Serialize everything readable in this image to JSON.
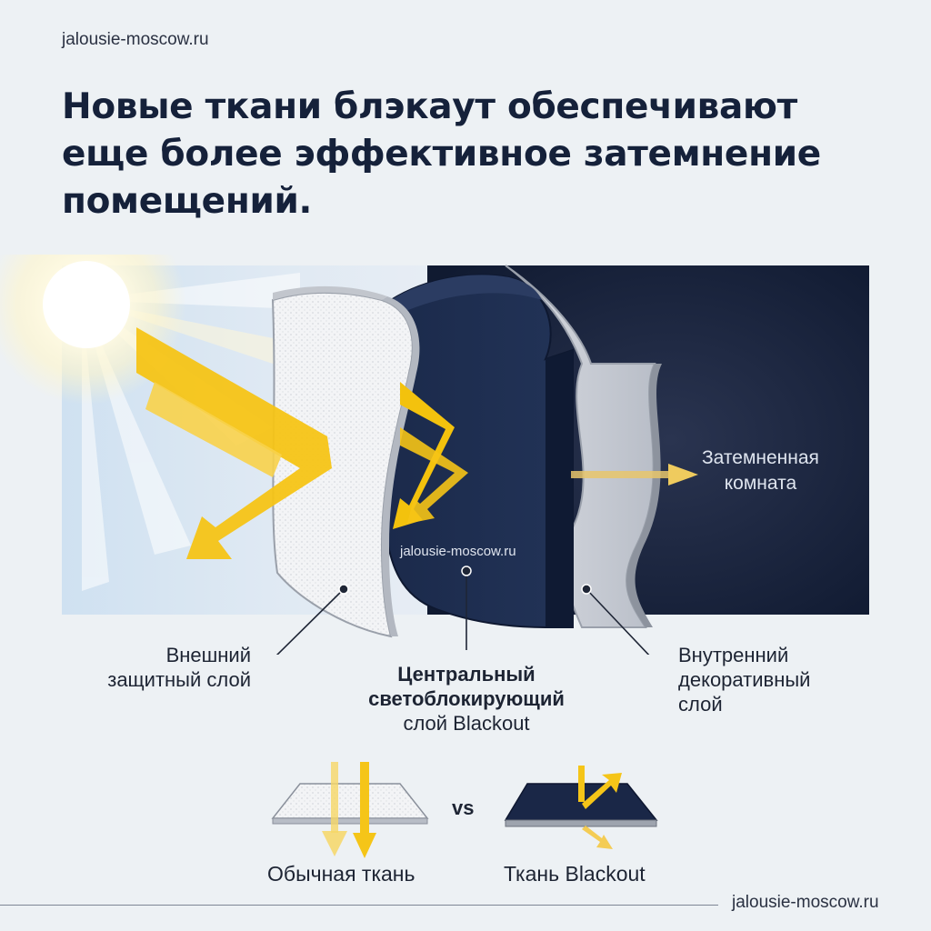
{
  "site": {
    "top_url": "jalousie-moscow.ru",
    "bottom_url": "jalousie-moscow.ru",
    "watermark": "jalousie-moscow.ru"
  },
  "headline": {
    "lines": [
      "Новые ткани блэкаут обеспечивают",
      "еще более эффективное затемнение",
      "помещений."
    ]
  },
  "diagram": {
    "room_label": [
      "Затемненная",
      "комната"
    ],
    "layers": {
      "outer": [
        "Внешний",
        "защитный слой"
      ],
      "central": [
        "Центральный",
        "светоблокирующий",
        "слой Blackout"
      ],
      "inner": [
        "Внутренний",
        "декоративный",
        "слой"
      ]
    }
  },
  "comparison": {
    "vs": "vs",
    "regular_label": "Обычная ткань",
    "blackout_label": "Ткань Blackout"
  },
  "colors": {
    "background": "#edf1f4",
    "dark_room": "#121c34",
    "blackout_layer": "#1c2a4a",
    "light_arrow": "#f5c518",
    "heading": "#15213a"
  }
}
